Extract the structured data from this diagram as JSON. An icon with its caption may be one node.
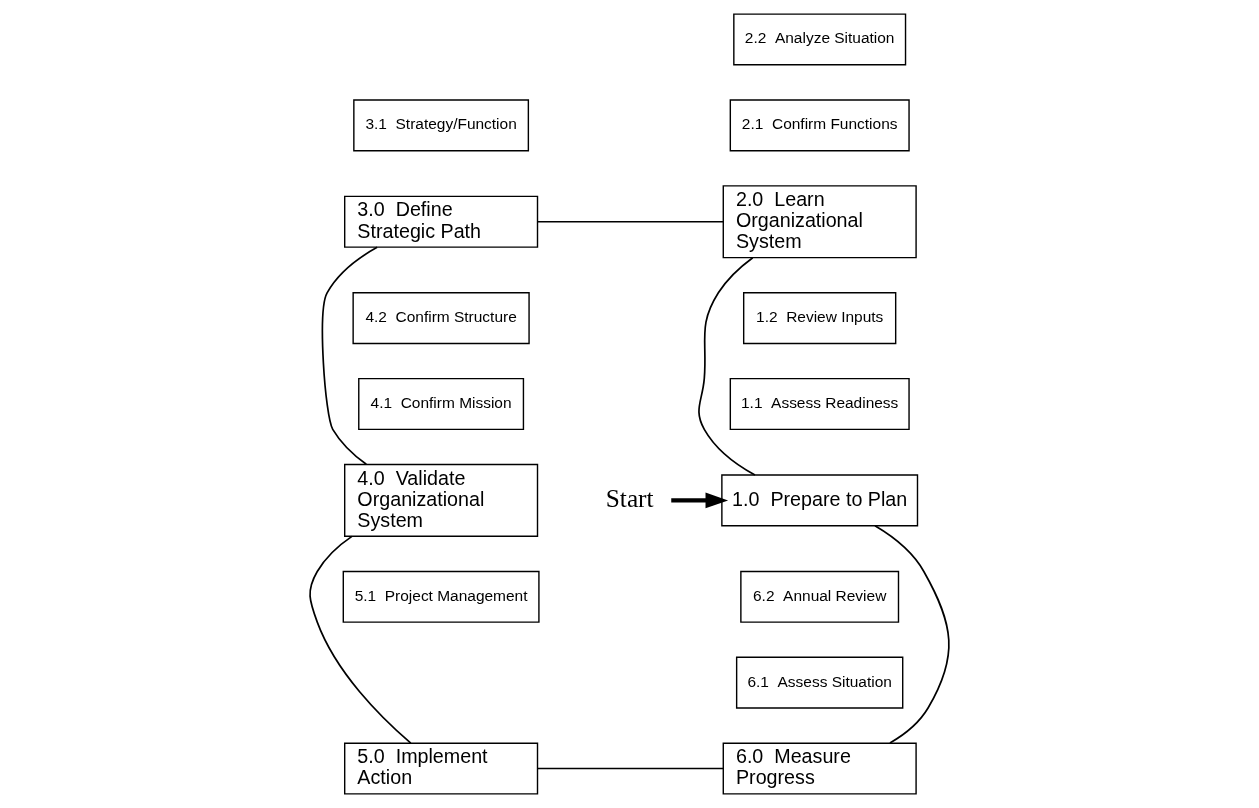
{
  "diagram": {
    "nodes": [
      {
        "text": [
          "Start"
        ]
      },
      {
        "text": [
          "1.0  Prepare to Plan"
        ]
      },
      {
        "text": [
          "1.1  Assess Readiness"
        ]
      },
      {
        "text": [
          "1.2  Review Inputs"
        ]
      },
      {
        "text": [
          "2.0  Learn Organizational System"
        ]
      },
      {
        "text": [
          "2.1  Confirm Functions"
        ]
      },
      {
        "text": [
          "2.2  Analyze Situation"
        ]
      },
      {
        "text": [
          "3.0  Define Strategic Path"
        ]
      },
      {
        "text": [
          "3.1  Strategy/Function"
        ]
      },
      {
        "text": [
          "4.0  Validate Organizational System"
        ]
      },
      {
        "text": [
          "4.1  Confirm Mission"
        ]
      },
      {
        "text": [
          "4.2  Confirm Structure"
        ]
      },
      {
        "text": [
          "5.0  Implement Action"
        ]
      },
      {
        "text": [
          "5.1  Project Management"
        ]
      },
      {
        "text": [
          "6.0  Measure Progress"
        ]
      },
      {
        "text": [
          "6.1  Assess Situation"
        ]
      },
      {
        "text": [
          "6.2  Annual Review"
        ]
      }
    ],
    "edges": [
      {
        "from": 0,
        "to": 1,
        "arrow": "to",
        "style": "thick"
      },
      {
        "from": 1,
        "to": 4,
        "arrow": "none"
      },
      {
        "from": 4,
        "to": 7,
        "arrow": "none"
      },
      {
        "from": 7,
        "to": 9,
        "arrow": "none"
      },
      {
        "from": 9,
        "to": 12,
        "arrow": "none"
      },
      {
        "from": 12,
        "to": 14,
        "arrow": "none"
      },
      {
        "from": 14,
        "to": 1,
        "arrow": "none"
      }
    ]
  }
}
